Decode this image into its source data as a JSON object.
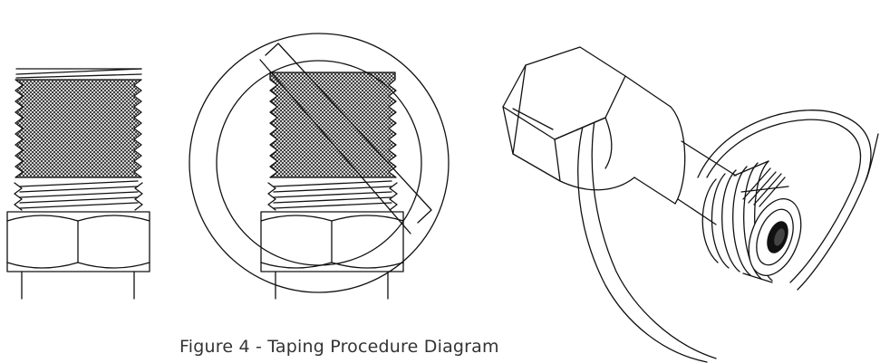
{
  "figure": {
    "caption": "Figure 4 - Taping Procedure Diagram",
    "colors": {
      "line": "#111111",
      "background": "#ffffff",
      "tape_hatch": "#222222",
      "caption_text": "#333333"
    },
    "panels": [
      {
        "id": "correct-taping",
        "depicts": "threaded fitting with tape wrapped over threads"
      },
      {
        "id": "incorrect-taping",
        "depicts": "threaded fitting inside prohibition circle"
      },
      {
        "id": "tape-application",
        "depicts": "fitting with tape roll being wound onto threads"
      }
    ]
  }
}
